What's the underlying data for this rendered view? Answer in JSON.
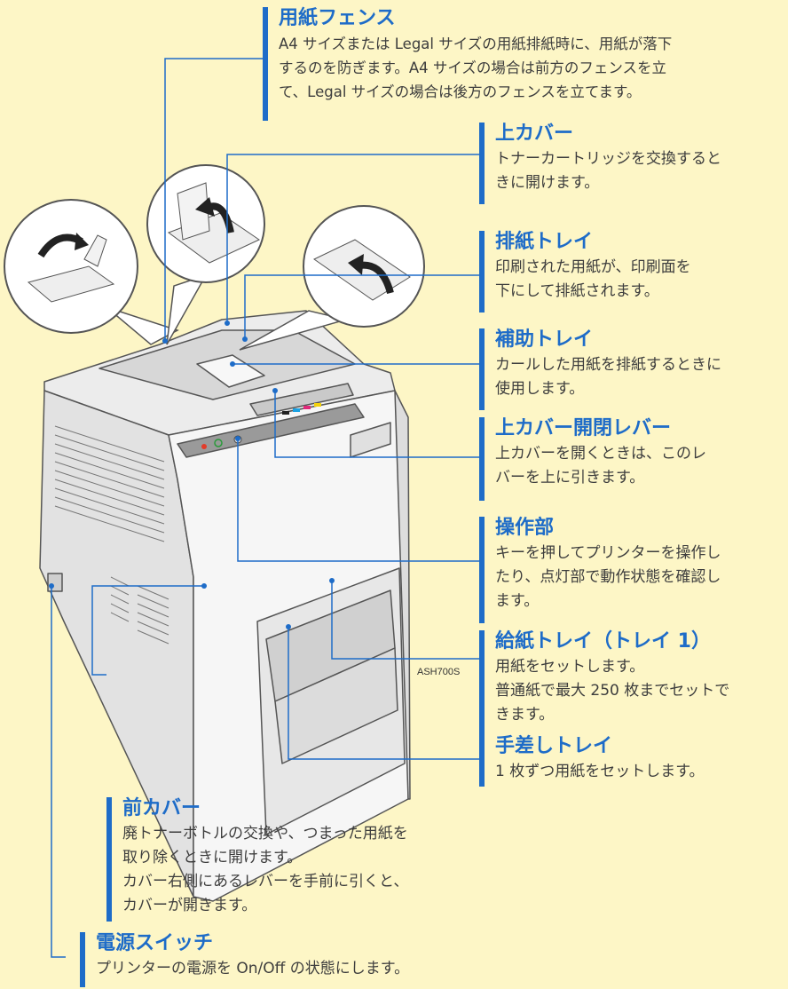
{
  "colors": {
    "background": "#fdf6c6",
    "accent": "#1e6cc8",
    "text": "#3d3d3d",
    "printer_body": "#f4f4f4",
    "printer_outline": "#555555"
  },
  "callouts": {
    "paper_fence": {
      "title": "用紙フェンス",
      "desc": "A4 サイズまたは Legal サイズの用紙排紙時に、用紙が落下\nするのを防ぎます。A4 サイズの場合は前方のフェンスを立\nて、Legal サイズの場合は後方のフェンスを立てます。"
    },
    "top_cover": {
      "title": "上カバー",
      "desc": "トナーカートリッジを交換すると\nきに開けます。"
    },
    "output_tray": {
      "title": "排紙トレイ",
      "desc": "印刷された用紙が、印刷面を\n下にして排紙されます。"
    },
    "aux_tray": {
      "title": "補助トレイ",
      "desc": "カールした用紙を排紙するときに\n使用します。"
    },
    "cover_lever": {
      "title": "上カバー開閉レバー",
      "desc": "上カバーを開くときは、このレ\nバーを上に引きます。"
    },
    "control_panel": {
      "title": "操作部",
      "desc": "キーを押してプリンターを操作し\nたり、点灯部で動作状態を確認し\nます。"
    },
    "paper_tray": {
      "title": "給紙トレイ（トレイ 1）",
      "desc": "用紙をセットします。\n普通紙で最大 250 枚までセットで\nきます。"
    },
    "bypass_tray": {
      "title": "手差しトレイ",
      "desc": "1 枚ずつ用紙をセットします。"
    },
    "front_cover": {
      "title": "前カバー",
      "desc": "廃トナーボトルの交換や、つまった用紙を\n取り除くときに開けます。\nカバー右側にあるレバーを手前に引くと、\nカバーが開きます。"
    },
    "power_switch": {
      "title": "電源スイッチ",
      "desc": "プリンターの電源を On/Off の状態にします。"
    }
  },
  "model_code": "ASH700S"
}
